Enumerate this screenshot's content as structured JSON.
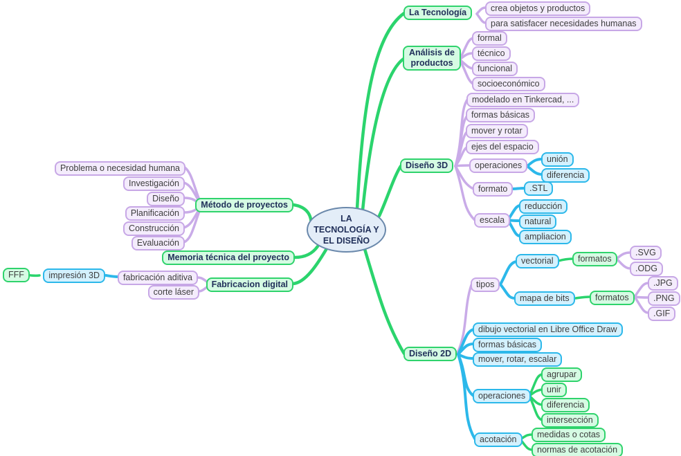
{
  "root": {
    "label": "LA TECNOLOGÍA Y EL DISEÑO"
  },
  "branches": {
    "tecnologia": {
      "label": "La Tecnología",
      "children": [
        "crea objetos y productos",
        "para satisfacer necesidades humanas"
      ]
    },
    "analisis": {
      "label": "Análisis de productos",
      "children": [
        "formal",
        "técnico",
        "funcional",
        "socioeconómico"
      ]
    },
    "diseno3d": {
      "label": "Diseño 3D",
      "children": [
        "modelado en Tinkercad, ...",
        "formas básicas",
        "mover y rotar",
        "ejes del espacio"
      ],
      "operaciones": {
        "label": "operaciones",
        "children": [
          "unión",
          "diferencia"
        ]
      },
      "formato": {
        "label": "formato",
        "children": [
          ".STL"
        ]
      },
      "escala": {
        "label": "escala",
        "children": [
          "reducción",
          "natural",
          "ampliacion"
        ]
      }
    },
    "diseno2d": {
      "label": "Diseño 2D",
      "tipos": {
        "label": "tipos",
        "vectorial": {
          "label": "vectorial",
          "formatos": {
            "label": "formatos",
            "children": [
              ".SVG",
              ".ODG"
            ]
          }
        },
        "mapa_de_bits": {
          "label": "mapa de bits",
          "formatos": {
            "label": "formatos",
            "children": [
              ".JPG",
              ".PNG",
              ".GIF"
            ]
          }
        }
      },
      "children": [
        "dibujo vectorial en Libre Office Draw",
        "formas básicas",
        "mover, rotar, escalar"
      ],
      "operaciones": {
        "label": "operaciones",
        "children": [
          "agrupar",
          "unir",
          "diferencia",
          "intersección"
        ]
      },
      "acotacion": {
        "label": "acotación",
        "children": [
          "medidas o cotas",
          "normas de acotación"
        ]
      }
    },
    "metodo": {
      "label": "Método de proyectos",
      "children": [
        "Problema o necesidad humana",
        "Investigación",
        "Diseño",
        "Planificación",
        "Construcción",
        "Evaluación"
      ]
    },
    "memoria": {
      "label": "Memoria técnica del proyecto"
    },
    "fabricacion": {
      "label": "Fabricacion digital",
      "children": [
        "fabricación aditiva",
        "corte láser"
      ],
      "impresion3d": {
        "label": "impresión 3D",
        "children": [
          "FFF"
        ]
      }
    }
  },
  "colors": {
    "branch_green": "#2bd46d",
    "branch_purple": "#c9abe8",
    "branch_cyan": "#2cb8ea",
    "node_green_fill": "#d5fbe3",
    "node_purple_fill": "#f4ecfc",
    "node_cyan_fill": "#d3f1fe",
    "root_fill": "#e3edf8",
    "root_border": "#6a88ab",
    "main_text": "#21305a",
    "child_text": "#3d3d3d",
    "background": "#ffffff"
  }
}
